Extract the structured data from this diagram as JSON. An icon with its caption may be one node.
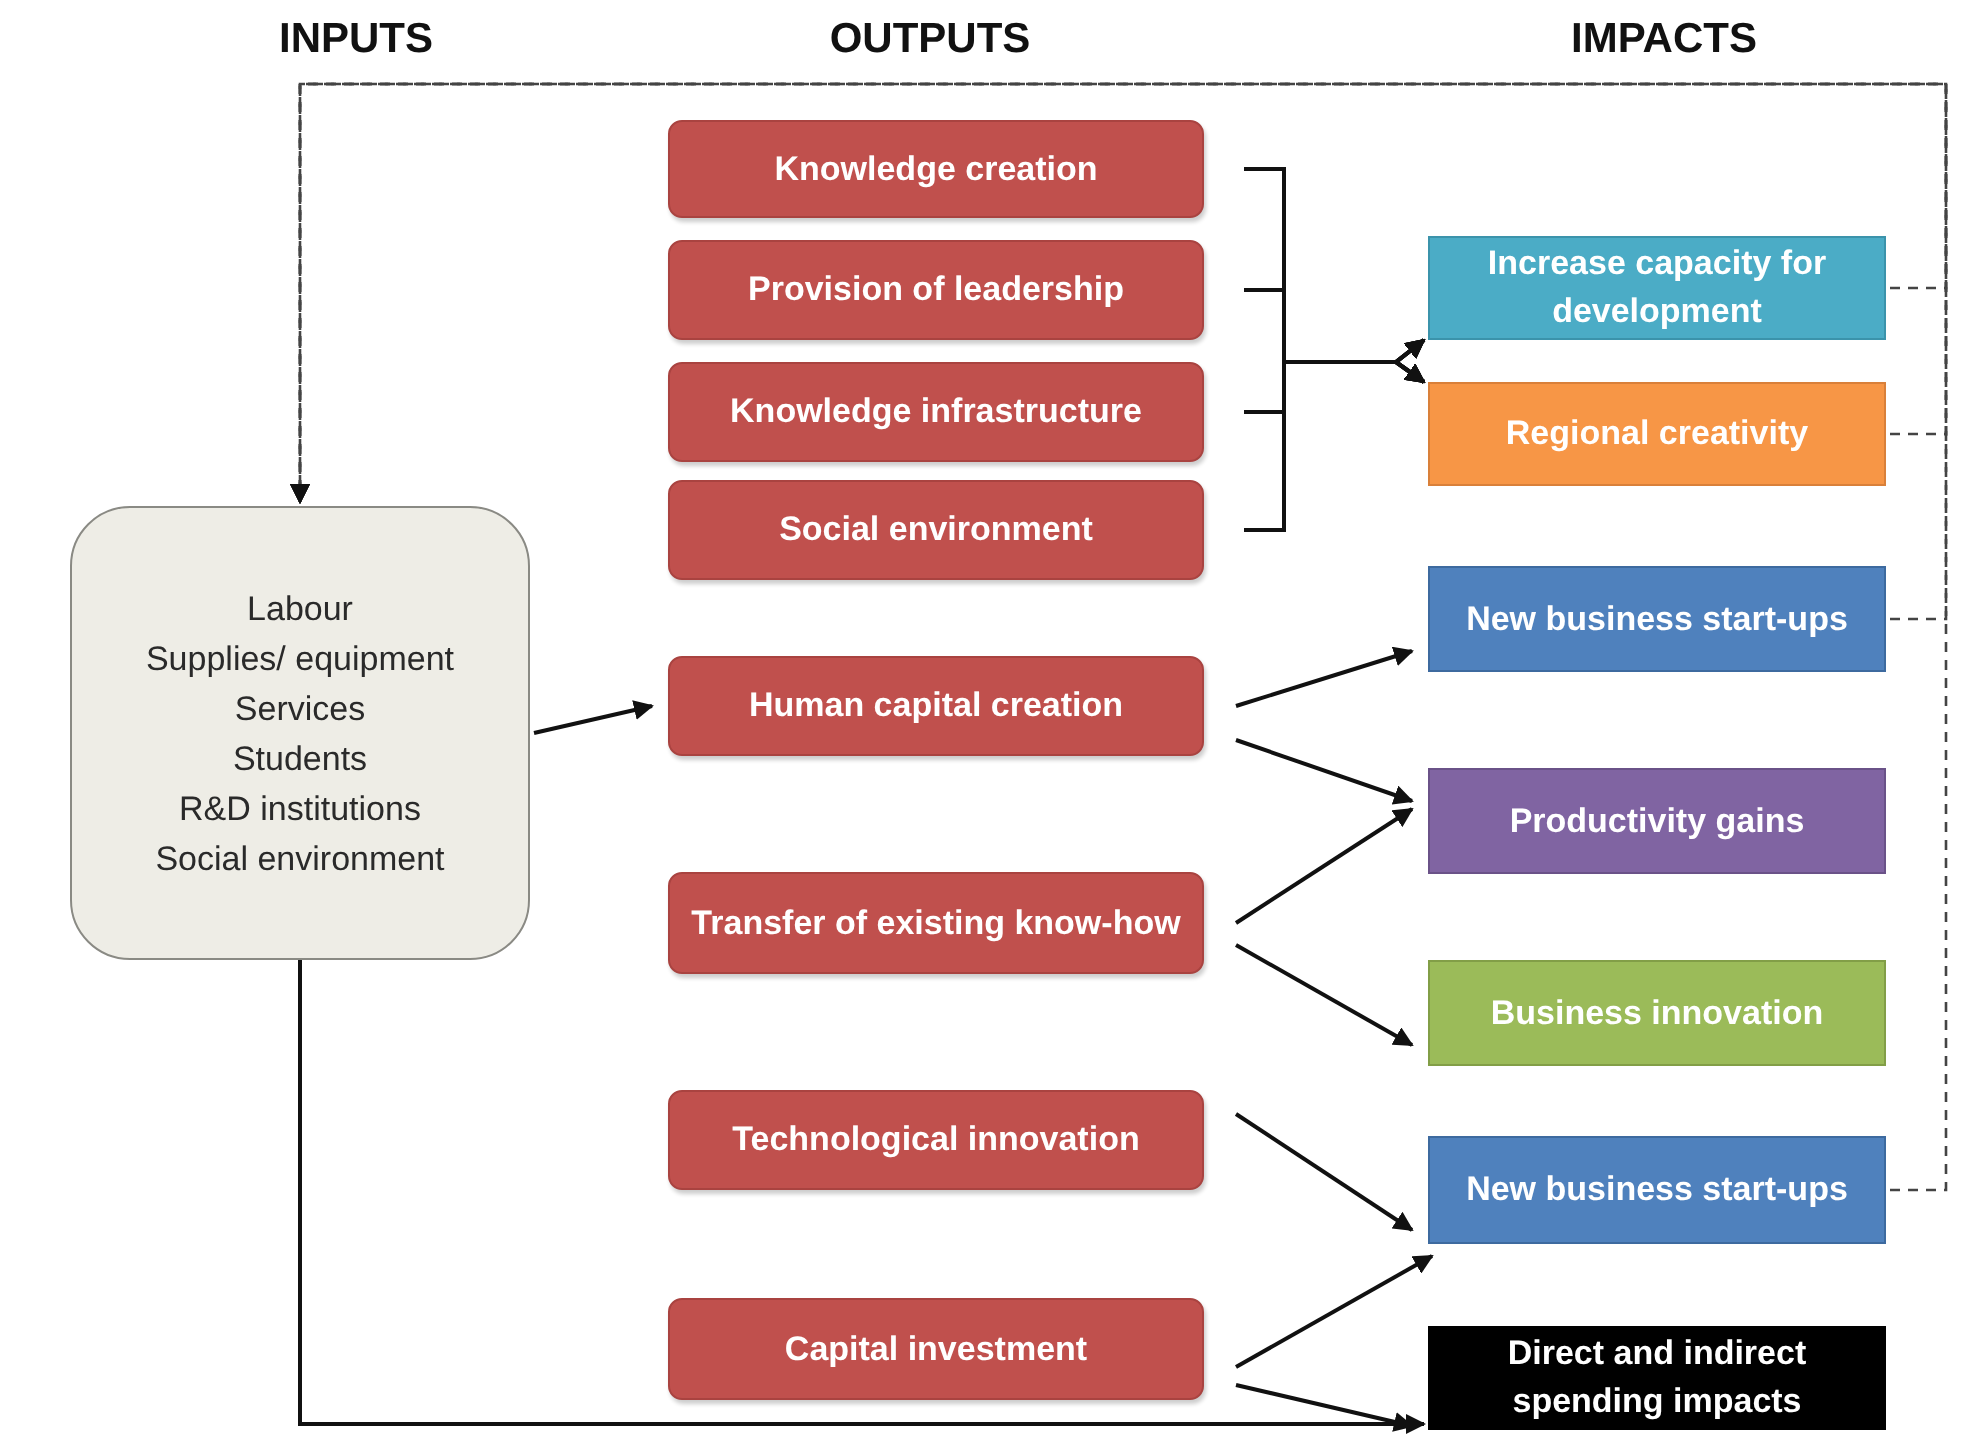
{
  "diagram": {
    "nodes": [
      {
        "text": [
          "Labour",
          "Supplies/ equipment",
          "Services",
          "Students",
          "R&D institutions",
          "Social environment"
        ]
      },
      {
        "text": [
          "Knowledge creation"
        ]
      },
      {
        "text": [
          "Provision of leadership"
        ]
      },
      {
        "text": [
          "Knowledge infrastructure"
        ]
      },
      {
        "text": [
          "Social environment"
        ]
      },
      {
        "text": [
          "Human capital creation"
        ]
      },
      {
        "text": [
          "Transfer of existing know-how"
        ]
      },
      {
        "text": [
          "Technological innovation"
        ]
      },
      {
        "text": [
          "Capital investment"
        ]
      },
      {
        "text": [
          "Increase capacity for development"
        ]
      },
      {
        "text": [
          "Regional creativity"
        ]
      },
      {
        "text": [
          "New business start-ups"
        ]
      },
      {
        "text": [
          "Productivity gains"
        ]
      },
      {
        "text": [
          "Business innovation"
        ]
      },
      {
        "text": [
          "New business start-ups"
        ]
      },
      {
        "text": [
          "Direct and indirect spending impacts"
        ]
      }
    ],
    "edges": [
      {
        "from": 0,
        "to": 5,
        "arrow": "to"
      },
      {
        "from": 1,
        "to": 9,
        "arrow": "to"
      },
      {
        "from": 2,
        "to": 9,
        "arrow": "to"
      },
      {
        "from": 3,
        "to": 9,
        "arrow": "to"
      },
      {
        "from": 4,
        "to": 9,
        "arrow": "to"
      },
      {
        "from": 1,
        "to": 10,
        "arrow": "to"
      },
      {
        "from": 2,
        "to": 10,
        "arrow": "to"
      },
      {
        "from": 3,
        "to": 10,
        "arrow": "to"
      },
      {
        "from": 4,
        "to": 10,
        "arrow": "to"
      },
      {
        "from": 5,
        "to": 11,
        "arrow": "to"
      },
      {
        "from": 5,
        "to": 12,
        "arrow": "to"
      },
      {
        "from": 6,
        "to": 12,
        "arrow": "to"
      },
      {
        "from": 6,
        "to": 13,
        "arrow": "to"
      },
      {
        "from": 7,
        "to": 14,
        "arrow": "to"
      },
      {
        "from": 8,
        "to": 14,
        "arrow": "to"
      },
      {
        "from": 8,
        "to": 15,
        "arrow": "to"
      },
      {
        "from": 0,
        "to": 15,
        "arrow": "to"
      },
      {
        "from": 9,
        "to": 0,
        "arrow": "to",
        "style": "dashed"
      },
      {
        "from": 10,
        "to": 0,
        "arrow": "to",
        "style": "dashed"
      },
      {
        "from": 11,
        "to": 0,
        "arrow": "to",
        "style": "dashed"
      },
      {
        "from": 14,
        "to": 0,
        "arrow": "to",
        "style": "dashed"
      }
    ],
    "labels": [
      "INPUTS",
      "OUTPUTS",
      "IMPACTS"
    ]
  }
}
